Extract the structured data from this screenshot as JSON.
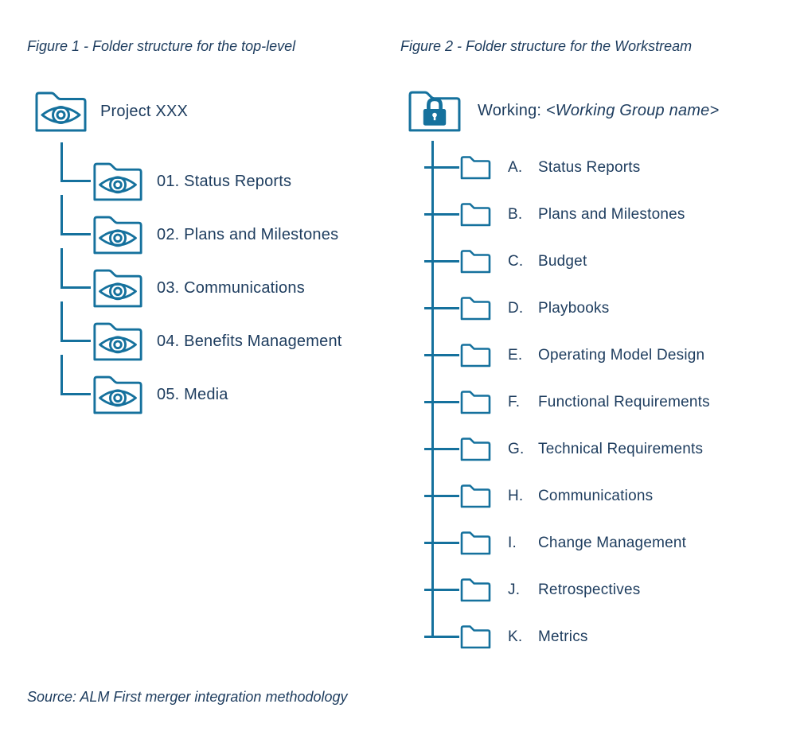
{
  "colors": {
    "accent_stroke": "#15719d",
    "text": "#1d3c5e"
  },
  "page": {
    "figure1_caption": "Figure 1 - Folder structure for the top-level",
    "figure2_caption": "Figure 2 - Folder structure for the Workstream",
    "source": "Source: ALM First merger integration methodology"
  },
  "figure1": {
    "root_label": "Project XXX",
    "root_icon": "eye-folder-icon",
    "items": [
      {
        "label": "01. Status Reports"
      },
      {
        "label": "02. Plans and Milestones"
      },
      {
        "label": "03. Communications"
      },
      {
        "label": "04. Benefits Management"
      },
      {
        "label": "05. Media"
      }
    ]
  },
  "figure2": {
    "root_label_prefix": "Working: ",
    "root_label_name": "<Working Group name>",
    "root_icon": "lock-folder-icon",
    "items": [
      {
        "letter": "A.",
        "label": "Status Reports"
      },
      {
        "letter": "B.",
        "label": "Plans and Milestones"
      },
      {
        "letter": "C.",
        "label": "Budget"
      },
      {
        "letter": "D.",
        "label": "Playbooks"
      },
      {
        "letter": "E.",
        "label": "Operating Model Design"
      },
      {
        "letter": "F.",
        "label": "Functional Requirements"
      },
      {
        "letter": "G.",
        "label": "Technical Requirements"
      },
      {
        "letter": "H.",
        "label": "Communications"
      },
      {
        "letter": "I.",
        "label": "Change Management"
      },
      {
        "letter": "J.",
        "label": "Retrospectives"
      },
      {
        "letter": "K.",
        "label": "Metrics"
      }
    ]
  }
}
